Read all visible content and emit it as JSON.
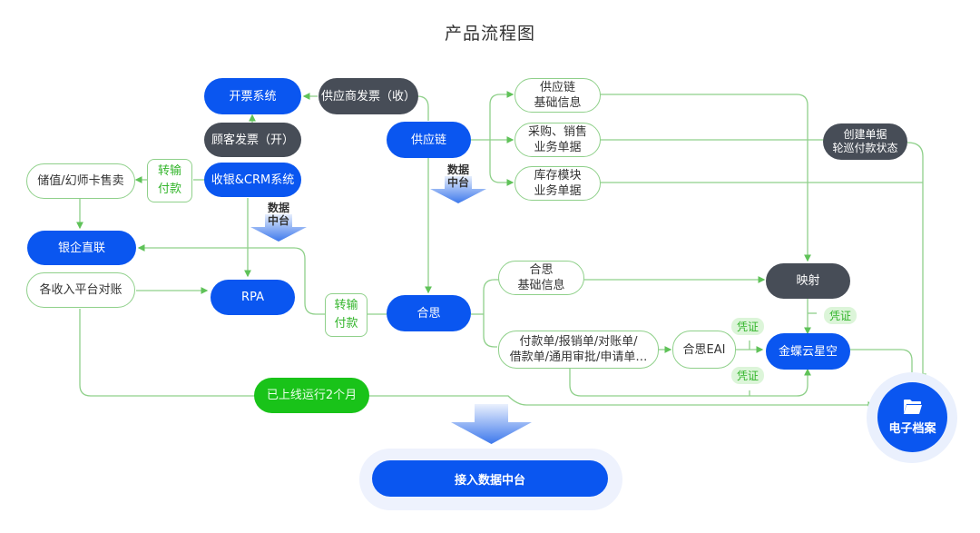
{
  "title": "产品流程图",
  "colors": {
    "primary": "#0a56f0",
    "dark": "#474d57",
    "line": "#8fd08a",
    "accent_green": "#19c319",
    "label_green": "#33b52b"
  },
  "nodes": {
    "invoicing_system": "开票系统",
    "supplier_invoice": "供应商发票（收）",
    "customer_invoice": "顾客发票（开）",
    "supply_chain": "供应链",
    "cashier_crm": "收银&CRM系统",
    "stored_value_card": "储值/幻师卡售卖",
    "transfer_payment_1_line1": "转输",
    "transfer_payment_1_line2": "付款",
    "bank_direct": "银企直联",
    "platform_reconcile": "各收入平台对账",
    "rpa": "RPA",
    "transfer_payment_2_line1": "转输",
    "transfer_payment_2_line2": "付款",
    "hesi": "合思",
    "sc_basic_line1": "供应链",
    "sc_basic_line2": "基础信息",
    "purchase_sales_line1": "采购、销售",
    "purchase_sales_line2": "业务单据",
    "inventory_line1": "库存模块",
    "inventory_line2": "业务单据",
    "create_docs_line1": "创建单据",
    "create_docs_line2": "轮巡付款状态",
    "hesi_basic_line1": "合思",
    "hesi_basic_line2": "基础信息",
    "mapping": "映射",
    "forms_line1": "付款单/报销单/对账单/",
    "forms_line2": "借款单/通用审批/申请单…",
    "hesi_eai": "合思EAI",
    "kingdee": "金蝶云星空",
    "e_archive": "电子档案",
    "running": "已上线运行2个月",
    "connect_data_platform": "接入数据中台"
  },
  "labels": {
    "data_platform_line1": "数据",
    "data_platform_line2": "中台",
    "voucher": "凭证"
  },
  "icons": {
    "archive": "folder-icon",
    "arrow": "down-arrow-icon"
  }
}
